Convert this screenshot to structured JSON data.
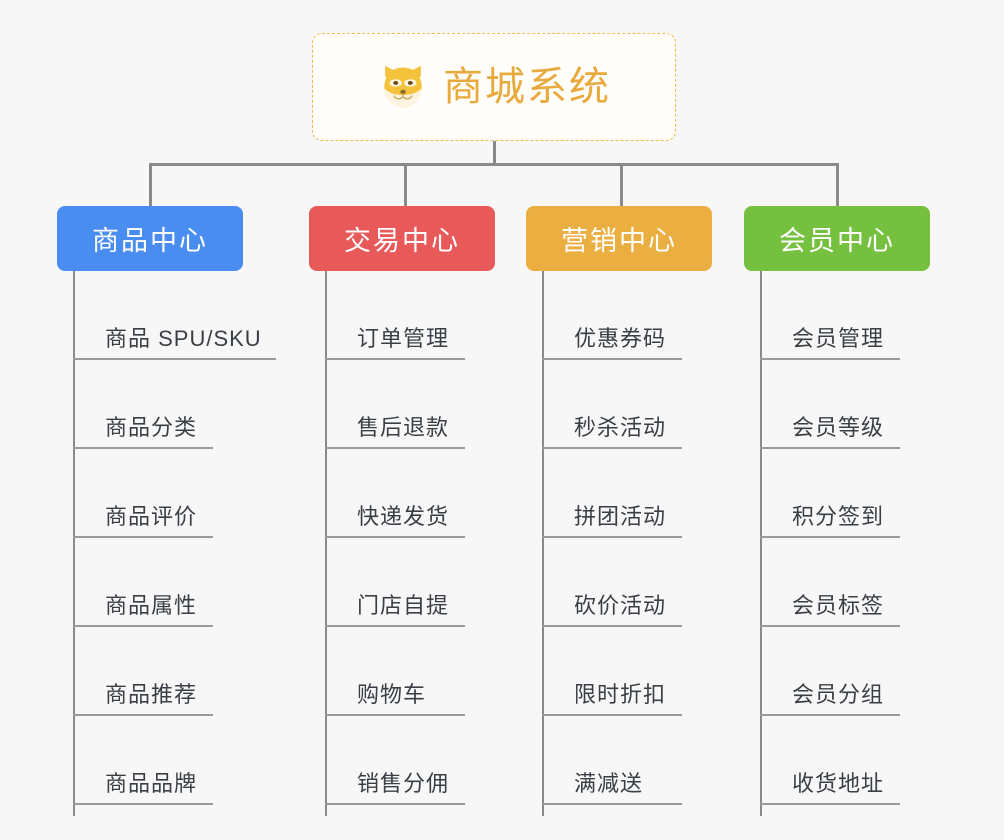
{
  "root": {
    "title": "商城系统",
    "icon": "shiba-dog-icon",
    "border_color": "#f0b952",
    "text_color": "#e8a93d",
    "background": "#fffefb"
  },
  "canvas": {
    "background": "#f7f7f7",
    "connector_color": "#8a8a8a"
  },
  "branches": [
    {
      "title": "商品中心",
      "color": "#4a8df0",
      "text_color": "#ffffff",
      "items": [
        "商品 SPU/SKU",
        "商品分类",
        "商品评价",
        "商品属性",
        "商品推荐",
        "商品品牌"
      ]
    },
    {
      "title": "交易中心",
      "color": "#e8595a",
      "text_color": "#ffffff",
      "items": [
        "订单管理",
        "售后退款",
        "快递发货",
        "门店自提",
        "购物车",
        "销售分佣"
      ]
    },
    {
      "title": "营销中心",
      "color": "#ebae41",
      "text_color": "#ffffff",
      "items": [
        "优惠券码",
        "秒杀活动",
        "拼团活动",
        "砍价活动",
        "限时折扣",
        "满减送"
      ]
    },
    {
      "title": "会员中心",
      "color": "#76c040",
      "text_color": "#ffffff",
      "items": [
        "会员管理",
        "会员等级",
        "积分签到",
        "会员标签",
        "会员分组",
        "收货地址"
      ]
    }
  ]
}
